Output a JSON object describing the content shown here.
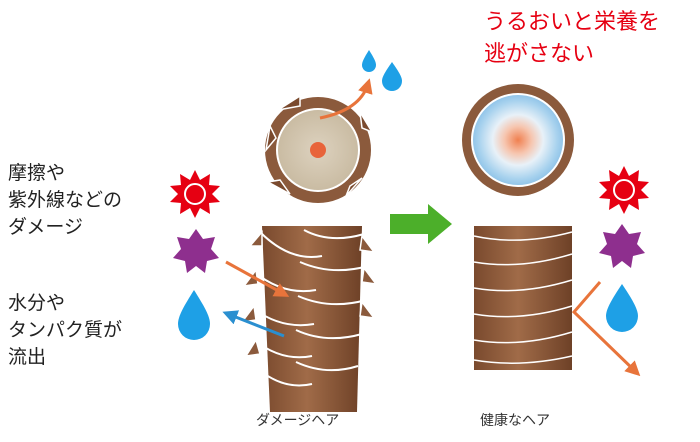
{
  "headline": {
    "line1": "うるおいと栄養を",
    "line2": "逃がさない"
  },
  "left_labels": {
    "damage_line1": "摩擦や",
    "damage_line2": "紫外線などの",
    "damage_line3": "ダメージ",
    "loss_line1": "水分や",
    "loss_line2": "タンパク質が",
    "loss_line3": "流出"
  },
  "captions": {
    "damaged": "ダメージヘア",
    "healthy": "健康なヘア"
  },
  "colors": {
    "accent_red": "#e60012",
    "hair_brown": "#8b5a3c",
    "arrow_green": "#4caf2a",
    "arrow_orange": "#e8743b",
    "arrow_blue": "#2a8fd0",
    "water_blue": "#1ea0e6",
    "damage_purple": "#8e2f8e"
  },
  "icons": [
    "sun-icon",
    "purple-star-icon",
    "water-drop-icon",
    "hair-cross-section-icon"
  ]
}
